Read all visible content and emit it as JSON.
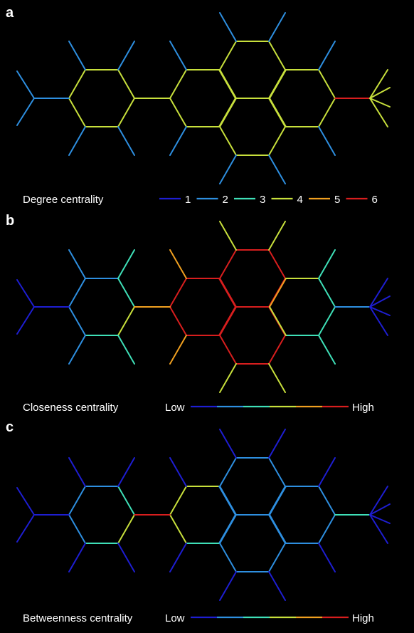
{
  "colors": {
    "background": "#000000",
    "c1": "#1e1ed2",
    "c2": "#2e8fe0",
    "c3": "#3fe0b8",
    "c4": "#c8e03c",
    "c5": "#f0a020",
    "c6": "#d81e1e",
    "text": "#ffffff"
  },
  "panels": [
    {
      "letter": "a",
      "caption": "Degree centrality",
      "legend": {
        "type": "discrete",
        "items": [
          {
            "label": "1",
            "color": "#1e1ed2"
          },
          {
            "label": "2",
            "color": "#2e8fe0"
          },
          {
            "label": "3",
            "color": "#3fe0b8"
          },
          {
            "label": "4",
            "color": "#c8e03c"
          },
          {
            "label": "5",
            "color": "#f0a020"
          },
          {
            "label": "6",
            "color": "#d81e1e"
          }
        ]
      }
    },
    {
      "letter": "b",
      "caption": "Closeness centrality",
      "legend": {
        "type": "gradient",
        "low_label": "Low",
        "high_label": "High",
        "colors": [
          "#1e1ed2",
          "#2e8fe0",
          "#3fe0b8",
          "#c8e03c",
          "#f0a020",
          "#d81e1e"
        ]
      }
    },
    {
      "letter": "c",
      "caption": "Betweenness centrality",
      "legend": {
        "type": "gradient",
        "low_label": "Low",
        "high_label": "High",
        "colors": [
          "#1e1ed2",
          "#2e8fe0",
          "#3fe0b8",
          "#c8e03c",
          "#f0a020",
          "#d81e1e"
        ]
      }
    }
  ]
}
